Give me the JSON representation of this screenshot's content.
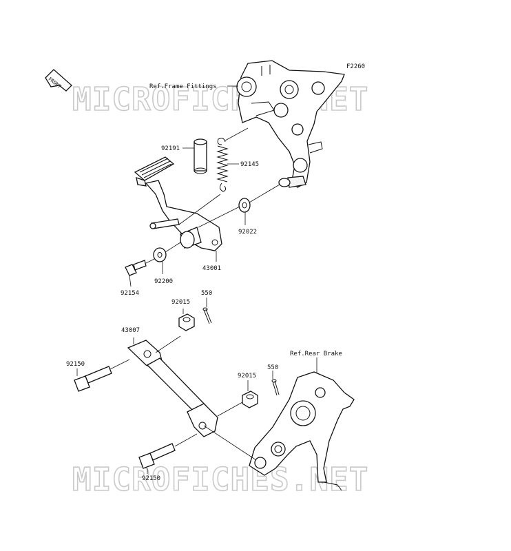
{
  "figure_code": "F2260",
  "watermark": "MICROFICHES.NET",
  "front_arrow_label": "FRONT",
  "references": {
    "frame_fittings": "Ref.Frame Fittings",
    "rear_brake": "Ref.Rear Brake"
  },
  "part_labels": {
    "p92191": "92191",
    "p92145": "92145",
    "p92022": "92022",
    "p43001": "43001",
    "p92200": "92200",
    "p92154": "92154",
    "p92015_upper": "92015",
    "p550_upper": "550",
    "p43007": "43007",
    "p92150_upper": "92150",
    "p92015_lower": "92015",
    "p550_lower": "550",
    "p92150_lower": "92150"
  }
}
